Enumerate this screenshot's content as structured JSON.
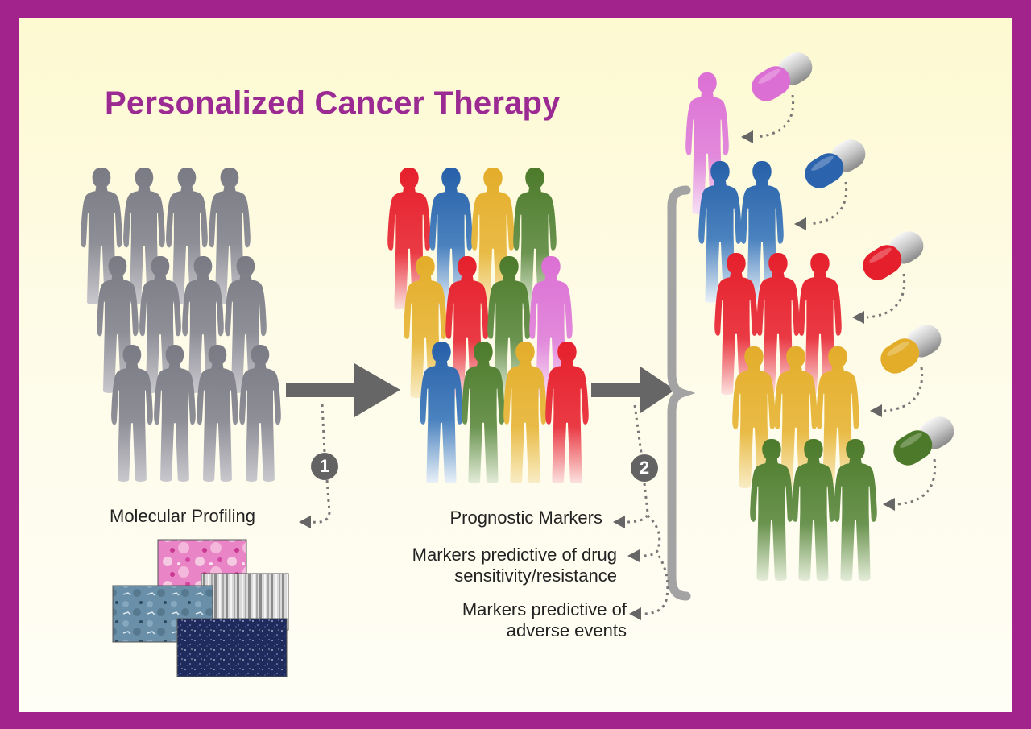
{
  "title": "Personalized Cancer Therapy",
  "steps": [
    {
      "number": "1",
      "label": "Molecular Profiling"
    },
    {
      "number": "2",
      "labels": [
        "Prognostic Markers",
        "Markers predictive of drug\nsensitivity/resistance",
        "Markers predictive of\nadverse events"
      ]
    }
  ],
  "colors": {
    "frame": "#a2238c",
    "title": "#9c2a93",
    "untyped": "#8a8a92",
    "pink": "#dc6fd4",
    "blue": "#2760a8",
    "red": "#e5202c",
    "yellow": "#e3ad2a",
    "green": "#4c7a2a",
    "arrow": "#666666"
  },
  "icons": [
    "person-icon",
    "arrow-right-icon",
    "capsule-icon",
    "brace-icon",
    "texture-image"
  ]
}
